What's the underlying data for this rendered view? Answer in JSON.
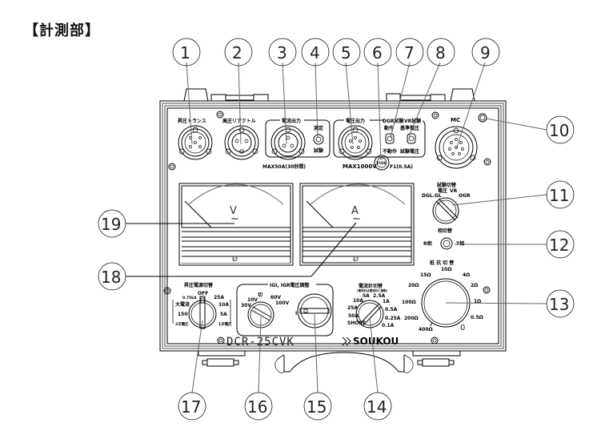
{
  "title": "【計測部】",
  "callouts": [
    "1",
    "2",
    "3",
    "4",
    "5",
    "6",
    "7",
    "8",
    "9",
    "10",
    "11",
    "12",
    "13",
    "14",
    "15",
    "16",
    "17",
    "18",
    "19"
  ],
  "panel": {
    "connectors": {
      "voltage_transformer": "昇圧トランス",
      "high_voltage_reactor": "高圧リアクトル",
      "current_output": "電流出力",
      "current_output_rating": "MAX50A(30秒間)",
      "measure_switch_top": "測定",
      "measure_switch_bottom": "試験",
      "voltage_output": "電圧出力",
      "voltage_output_rating": "MAX1000V",
      "fuse_label": "FUSE",
      "fuse_rating": "F1(0.5A)",
      "dgr_test": "DGR試験",
      "vr_test": "VR試験",
      "dgr_top": "動作",
      "dgr_bottom": "不動作",
      "vr_top": "基準電圧",
      "vr_bottom": "試験電圧",
      "mc": "MC"
    },
    "meters": {
      "voltmeter_symbol": "V",
      "ammeter_symbol": "A",
      "ac_symbol": "~",
      "zero_adjust": "Ø"
    },
    "test_selector": {
      "title": "試験切替",
      "options": [
        "DGL.GL",
        "電圧",
        "VR",
        "OGR"
      ]
    },
    "phase_selector": {
      "title": "相切替",
      "left": "R相",
      "right": "T相"
    },
    "resistance_selector": {
      "title": "抵 抗 切 替",
      "options": [
        "10Ω",
        "4Ω",
        "2Ω",
        "1Ω",
        "0.5Ω",
        "0",
        "400Ω",
        "200Ω",
        "100Ω",
        "20Ω",
        "15Ω"
      ]
    },
    "current_range": {
      "title": "電流計切替",
      "subtitle": "(電流計は電流計に連動)",
      "options": [
        "5A",
        "2.5A",
        "1A",
        "0.5A",
        "0.25A",
        "0.1A",
        "SHORT",
        "50A",
        "25A",
        "10A"
      ]
    },
    "voltage_adjust": {
      "title": "IGI, IGR電圧調整",
      "range_options": [
        "10V",
        "30V",
        "切",
        "60V",
        "100V"
      ],
      "fine_mark": "I"
    },
    "voltage_switch": {
      "title": "昇圧電源切替",
      "off": "OFF",
      "options_left": [
        "0.75kA",
        "大電流",
        "150",
        "2次電圧"
      ],
      "options_right": [
        "25A",
        "10A",
        "5A",
        "1次電圧"
      ]
    },
    "model": "DCR-25CVK",
    "brand": "SOUKOU"
  }
}
